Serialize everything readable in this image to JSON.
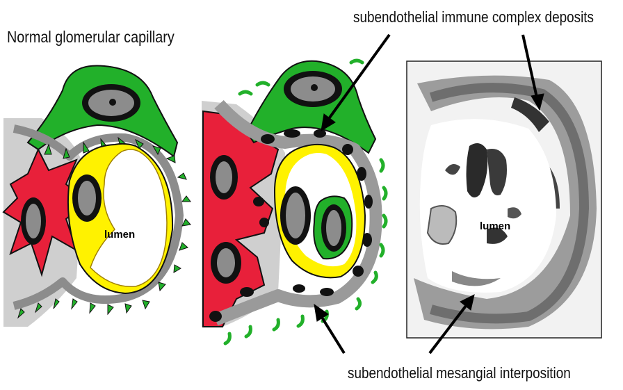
{
  "labels": {
    "normal_title": "Normal glomerular capillary",
    "deposits": "subendothelial immune complex deposits",
    "interposition": "subendothelial mesangial interposition",
    "lumen_left": "lumen",
    "lumen_right": "lumen"
  },
  "colors": {
    "podocyte_green": "#22b02a",
    "mesangium_red": "#e8203a",
    "endothelium_yellow": "#fff200",
    "gbm_gray": "#8c8c8c",
    "matrix_gray": "#c8c8c8",
    "nucleus_black": "#111111"
  }
}
